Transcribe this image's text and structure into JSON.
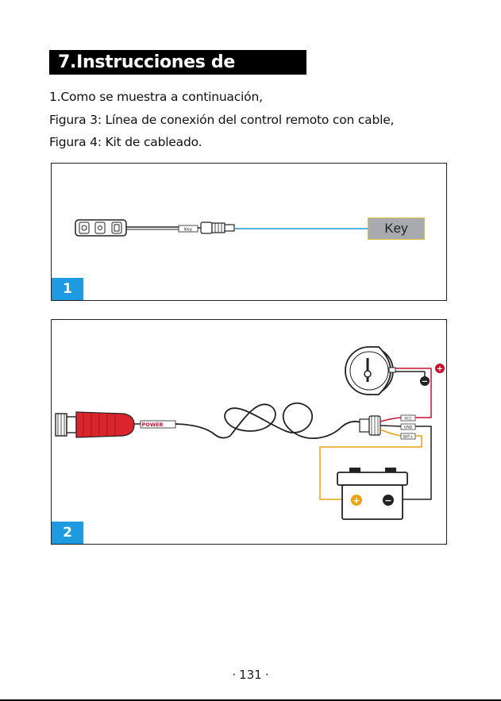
{
  "section": {
    "title": "7.Instrucciones de cableado"
  },
  "intro": {
    "line1": "1.Como se muestra a continuación,",
    "line2": "Figura 3: Línea de conexión del control remoto con cable,",
    "line3": "Figura 4: Kit de cableado."
  },
  "figure1": {
    "badge": "1",
    "key_label": "Key",
    "remote_tag": "Key"
  },
  "figure2": {
    "badge": "2",
    "power_tag": "POWER",
    "wire_labels": [
      "ACC",
      "GND",
      "BAT+"
    ],
    "positive_symbol": "+",
    "negative_symbol": "−"
  },
  "colors": {
    "accent_blue": "#1e9be0",
    "wire_red": "#c8102e",
    "wire_yellow": "#e8a317",
    "connector_red": "#d9262c"
  },
  "footer": {
    "page": "131",
    "dot": "·"
  }
}
